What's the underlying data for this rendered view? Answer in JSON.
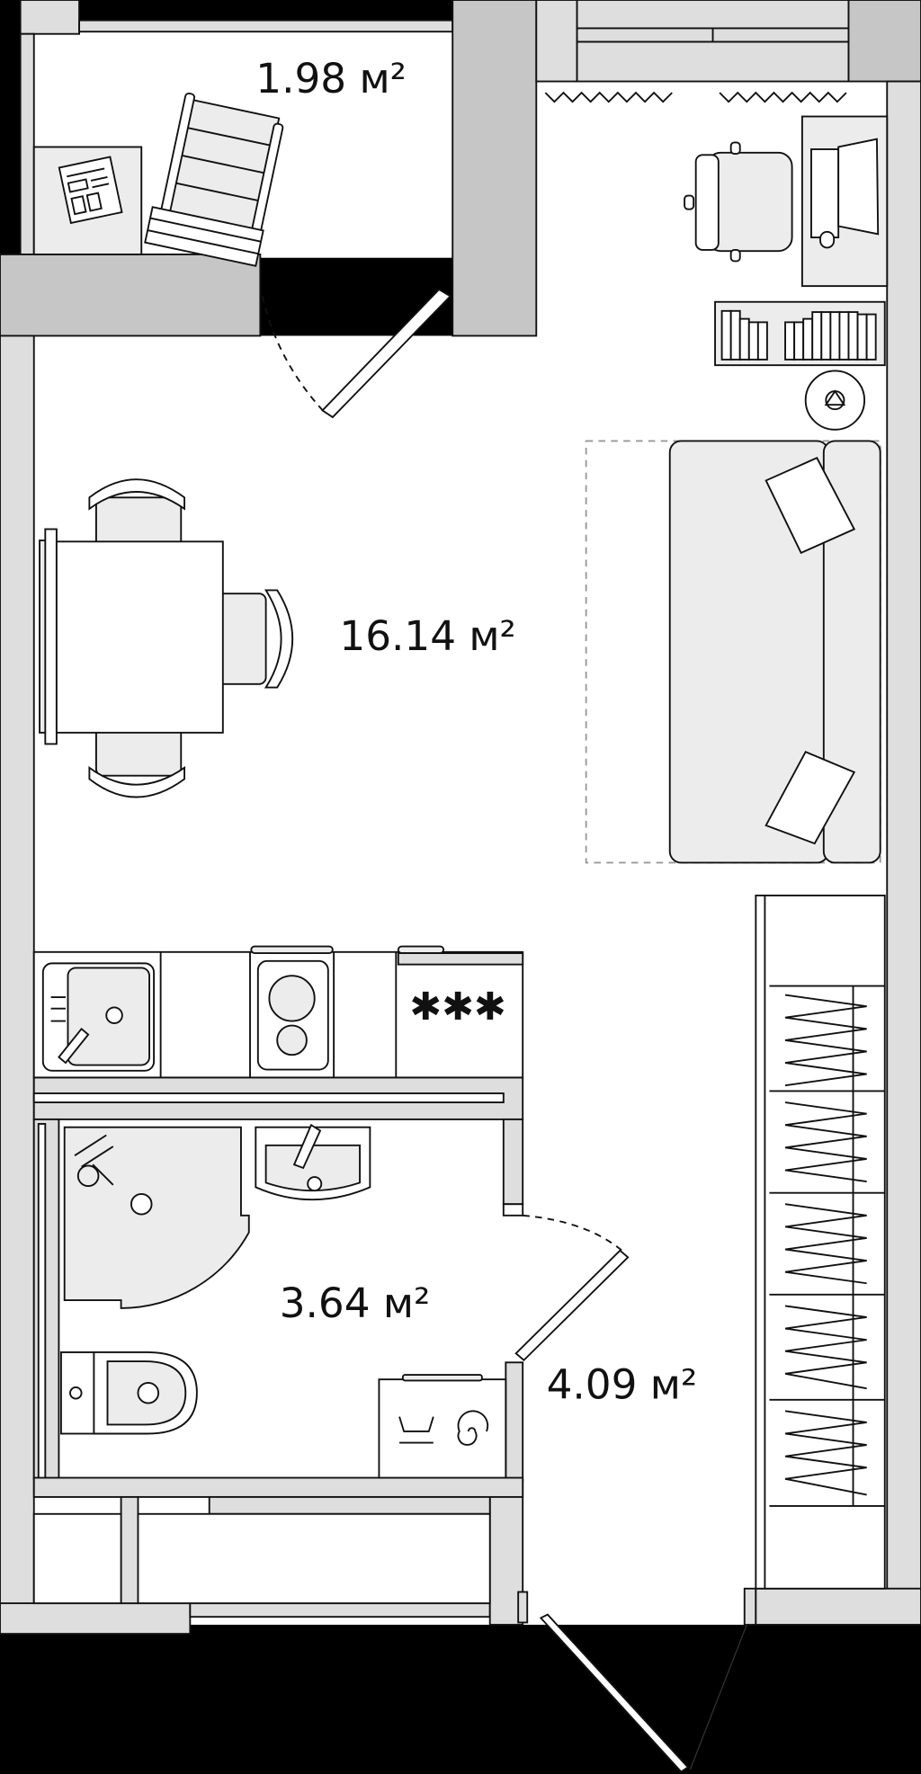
{
  "plan": {
    "rooms": [
      {
        "name": "balcony",
        "area_label": "1.98 м²"
      },
      {
        "name": "living-room",
        "area_label": "16.14 м²"
      },
      {
        "name": "bathroom",
        "area_label": "3.64 м²"
      },
      {
        "name": "hallway",
        "area_label": "4.09 м²"
      }
    ],
    "colors": {
      "wall": "#c6c6c6",
      "light_wall": "#dedede",
      "furniture": "#ececec",
      "background": "#000000"
    }
  }
}
